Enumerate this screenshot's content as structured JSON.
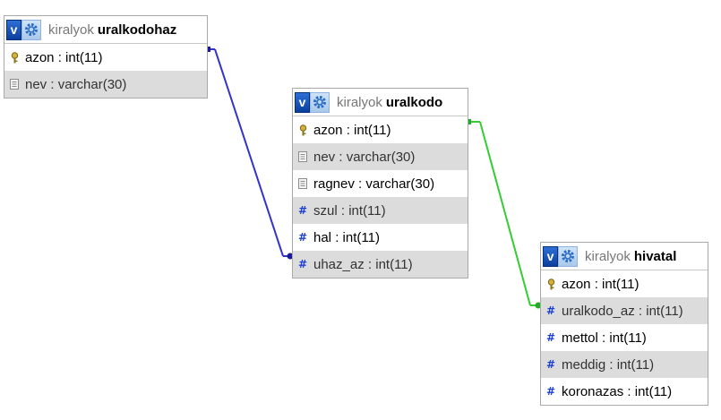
{
  "tables": [
    {
      "db": "kiralyok",
      "name": "uralkodohaz",
      "v_label": "v",
      "columns": [
        {
          "name": "azon",
          "type": "int(11)",
          "icon": "primary-key-icon"
        },
        {
          "name": "nev",
          "type": "varchar(30)",
          "icon": "text-column-icon"
        }
      ]
    },
    {
      "db": "kiralyok",
      "name": "uralkodo",
      "v_label": "v",
      "columns": [
        {
          "name": "azon",
          "type": "int(11)",
          "icon": "primary-key-icon"
        },
        {
          "name": "nev",
          "type": "varchar(30)",
          "icon": "text-column-icon"
        },
        {
          "name": "ragnev",
          "type": "varchar(30)",
          "icon": "text-column-icon"
        },
        {
          "name": "szul",
          "type": "int(11)",
          "icon": "numeric-column-icon"
        },
        {
          "name": "hal",
          "type": "int(11)",
          "icon": "numeric-column-icon"
        },
        {
          "name": "uhaz_az",
          "type": "int(11)",
          "icon": "numeric-column-icon"
        }
      ]
    },
    {
      "db": "kiralyok",
      "name": "hivatal",
      "v_label": "v",
      "columns": [
        {
          "name": "azon",
          "type": "int(11)",
          "icon": "primary-key-icon"
        },
        {
          "name": "uralkodo_az",
          "type": "int(11)",
          "icon": "numeric-column-icon"
        },
        {
          "name": "mettol",
          "type": "int(11)",
          "icon": "numeric-column-icon"
        },
        {
          "name": "meddig",
          "type": "int(11)",
          "icon": "numeric-column-icon"
        },
        {
          "name": "koronazas",
          "type": "int(11)",
          "icon": "numeric-column-icon"
        }
      ]
    }
  ],
  "relations": [
    {
      "from_table": "uralkodohaz",
      "from_column": "azon",
      "to_table": "uralkodo",
      "to_column": "uhaz_az",
      "color": "#3333cc"
    },
    {
      "from_table": "uralkodo",
      "from_column": "azon",
      "to_table": "hivatal",
      "to_column": "uralkodo_az",
      "color": "#33cc33"
    }
  ],
  "colors": {
    "blue_relation": "#3333cc",
    "green_relation": "#33cc33",
    "shaded_row": "#dcdcdc",
    "header_db_text": "#777777"
  }
}
